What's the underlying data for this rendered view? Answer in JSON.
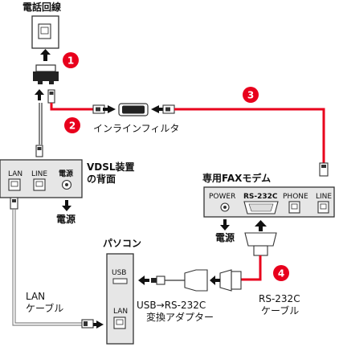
{
  "labels": {
    "wall_jack": "電話回線",
    "inline_filter": "インラインフィルタ",
    "vdsl_back_line1": "VDSL装置",
    "vdsl_back_line2": "の背面",
    "power_vdsl": "電源",
    "fax_modem": "専用FAXモデム",
    "power_fax": "電源",
    "pc": "パソコン",
    "lan_cable_line1": "LAN",
    "lan_cable_line2": "ケーブル",
    "usb_adapter_line1": "USB→RS-232C",
    "usb_adapter_line2": "変換アダプター",
    "rs232c_cable_line1": "RS-232C",
    "rs232c_cable_line2": "ケーブル"
  },
  "vdsl_ports": {
    "lan": "LAN",
    "line": "LINE",
    "power": "電源"
  },
  "fax_ports": {
    "power": "POWER",
    "rs232c": "RS-232C",
    "phone": "PHONE",
    "line": "LINE"
  },
  "pc_ports": {
    "usb": "USB",
    "lan": "LAN"
  },
  "badges": [
    "1",
    "2",
    "3",
    "4"
  ],
  "colors": {
    "accent": "#e8001c",
    "panel": "#e6e6e6",
    "line": "#333333"
  }
}
